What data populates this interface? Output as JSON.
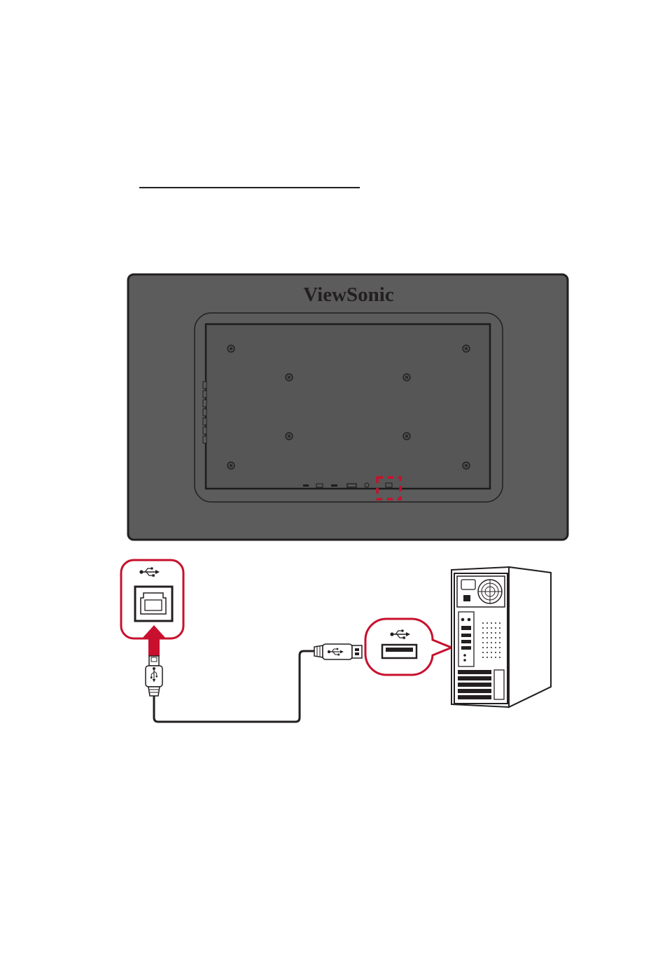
{
  "monitor": {
    "brand_logo": "ViewSonic",
    "body_color": "#5b5c5b",
    "outline_color": "#231f20"
  },
  "highlight_color": "#c8102e",
  "callouts": {
    "monitor_port": {
      "icon": "usb-icon",
      "port": "usb-type-b-port"
    },
    "computer_port": {
      "icon": "usb-icon",
      "port": "usb-type-a-port"
    }
  },
  "cable": {
    "monitor_end": "usb-type-b-plug",
    "computer_end": "usb-type-a-plug"
  },
  "computer": {
    "type": "desktop-tower-rear"
  }
}
